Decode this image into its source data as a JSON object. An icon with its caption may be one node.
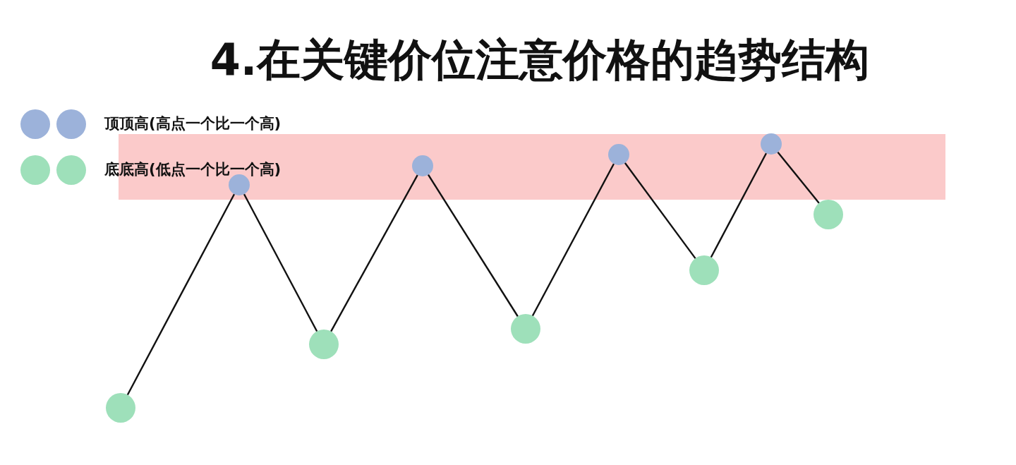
{
  "diagram": {
    "title": "4.在关键价位注意价格的趋势结构",
    "nodes": [
      {
        "text": [],
        "shape": "circle"
      },
      {
        "text": [],
        "shape": "circle"
      },
      {
        "text": [],
        "shape": "circle"
      },
      {
        "text": [],
        "shape": "circle"
      },
      {
        "text": [],
        "shape": "circle"
      },
      {
        "text": [],
        "shape": "circle"
      },
      {
        "text": [],
        "shape": "circle"
      },
      {
        "text": [],
        "shape": "circle"
      },
      {
        "text": [],
        "shape": "circle"
      }
    ],
    "edges": [
      {
        "from": 0,
        "to": 1,
        "arrow": "none"
      },
      {
        "from": 1,
        "to": 2,
        "arrow": "none"
      },
      {
        "from": 2,
        "to": 3,
        "arrow": "none"
      },
      {
        "from": 3,
        "to": 4,
        "arrow": "none"
      },
      {
        "from": 4,
        "to": 5,
        "arrow": "none"
      },
      {
        "from": 5,
        "to": 6,
        "arrow": "none"
      },
      {
        "from": 6,
        "to": 7,
        "arrow": "none"
      },
      {
        "from": 7,
        "to": 8,
        "arrow": "none"
      }
    ],
    "legend": [
      {
        "text": "顶顶高(高点一个比一个高)",
        "color": "#9cb2da"
      },
      {
        "text": "底底高(低点一个比一个高)",
        "color": "#9ee0ba"
      }
    ]
  }
}
